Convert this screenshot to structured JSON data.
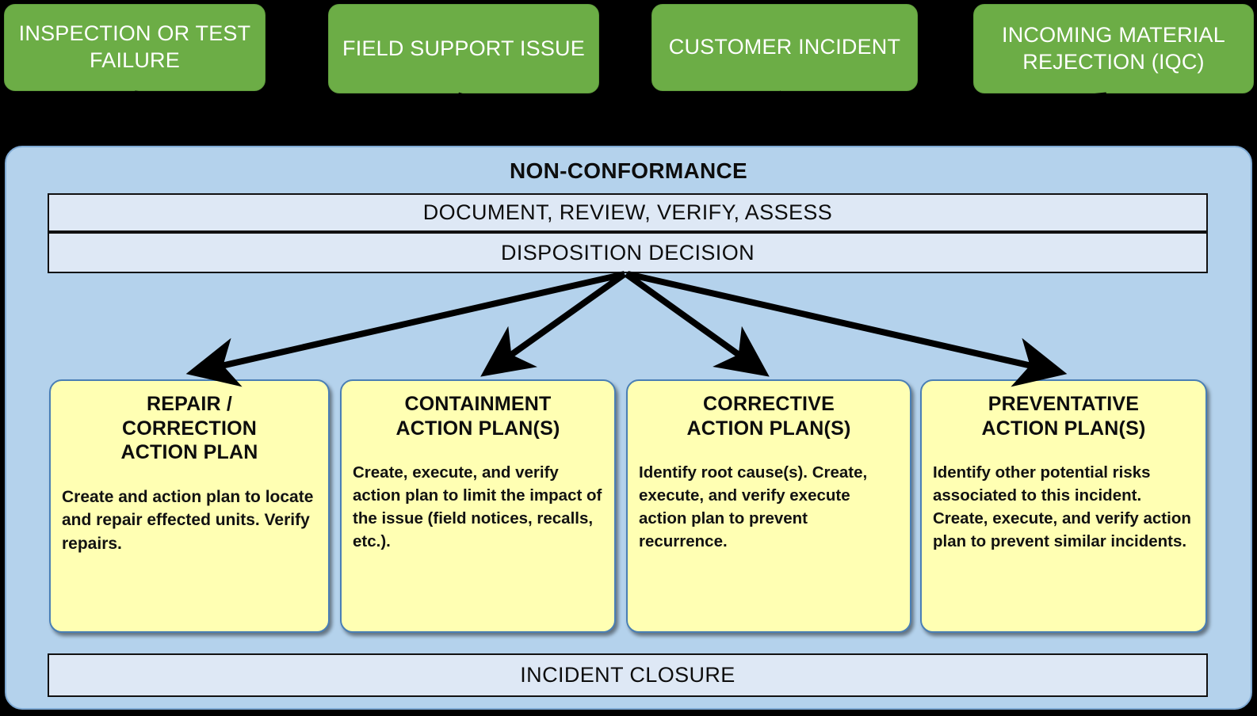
{
  "diagram": {
    "title": "NON-CONFORMANCE",
    "colors": {
      "source_box": "#6CAD46",
      "container": "#B4D2EC",
      "stage_bar": "#DEE8F5",
      "action_card": "#FFFFB3",
      "background": "#000000",
      "arrow": "#000000"
    }
  },
  "sources": [
    {
      "label": "INSPECTION OR TEST FAILURE"
    },
    {
      "label": "FIELD SUPPORT ISSUE"
    },
    {
      "label": "CUSTOMER INCIDENT"
    },
    {
      "label": "INCOMING MATERIAL REJECTION (IQC)"
    }
  ],
  "stages": {
    "document_review": "DOCUMENT, REVIEW, VERIFY, ASSESS",
    "disposition": "DISPOSITION  DECISION",
    "closure": "INCIDENT CLOSURE"
  },
  "action_plans": [
    {
      "title": "REPAIR /\nCORRECTION\nACTION PLAN",
      "body": "Create and action plan to locate and repair effected units.  Verify repairs."
    },
    {
      "title": "CONTAINMENT\nACTION PLAN(S)",
      "body": "Create, execute, and verify action plan to limit the impact of the issue (field notices, recalls, etc.)."
    },
    {
      "title": "CORRECTIVE\nACTION PLAN(S)",
      "body": "Identify root cause(s). Create, execute, and verify execute action plan to prevent recurrence."
    },
    {
      "title": "PREVENTATIVE\nACTION PLAN(S)",
      "body": "Identify other potential risks associated to this incident.  Create, execute, and verify action plan to prevent similar incidents."
    }
  ]
}
